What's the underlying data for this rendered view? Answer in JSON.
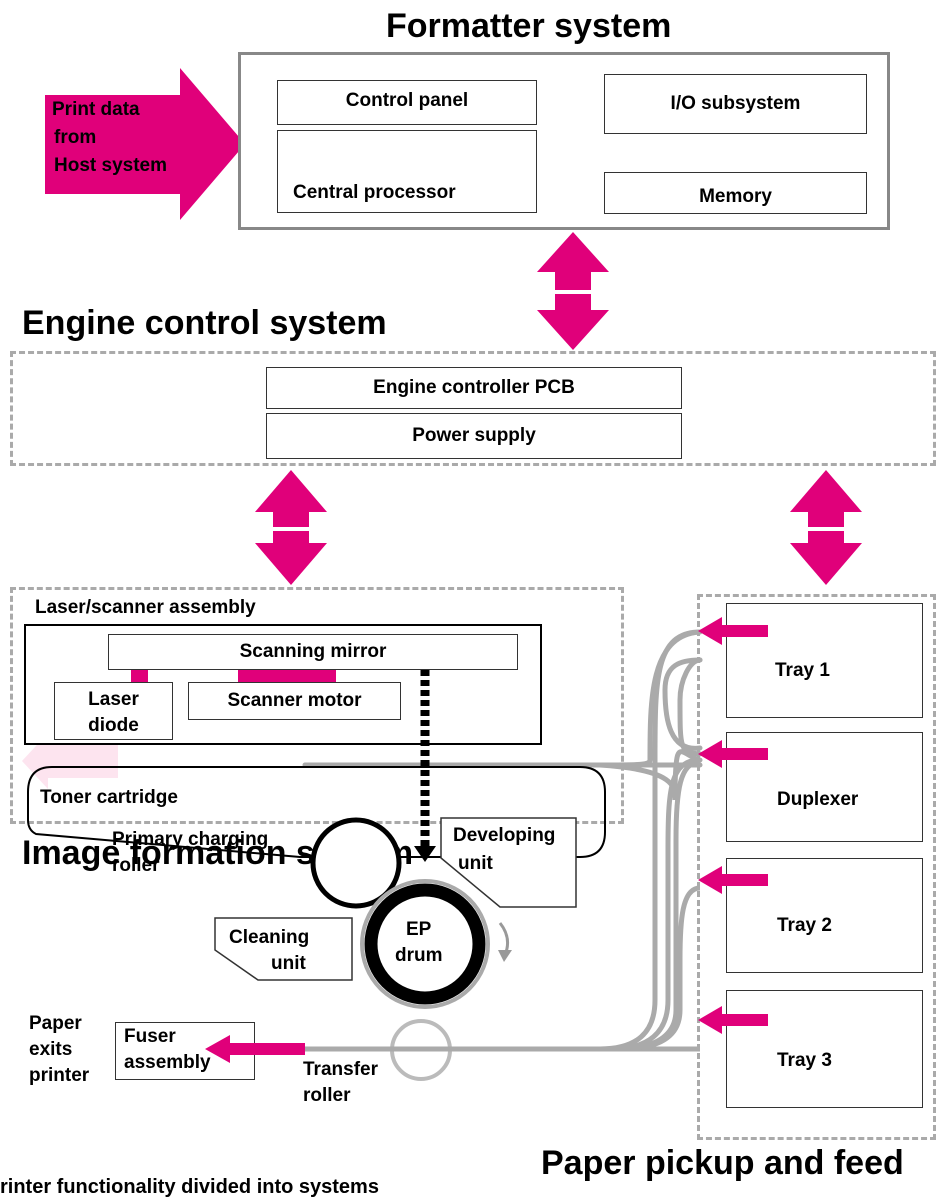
{
  "headings": {
    "formatter": "Formatter system",
    "engine": "Engine control system",
    "image": "Image formation system",
    "paper": "Paper pickup and feed",
    "caption": "rinter functionality divided into systems"
  },
  "formatter": {
    "control_panel": "Control panel",
    "central_processor": "Central processor",
    "io_subsystem": "I/O subsystem",
    "memory": "Memory"
  },
  "host_arrow": {
    "line1": "Print data",
    "line2": "from",
    "line3": "Host system"
  },
  "engine": {
    "pcb": "Engine controller PCB",
    "power": "Power supply"
  },
  "laser": {
    "assembly": "Laser/scanner assembly",
    "mirror": "Scanning mirror",
    "diode1": "Laser",
    "diode2": "diode",
    "motor": "Scanner motor"
  },
  "toner": {
    "cartridge": "Toner cartridge",
    "pcr1": "Primary charging",
    "pcr2": "roller",
    "dev1": "Developing",
    "dev2": "unit",
    "clean1": "Cleaning",
    "clean2": "unit",
    "drum1": "EP",
    "drum2": "drum"
  },
  "fuser": {
    "line1": "Fuser",
    "line2": "assembly"
  },
  "exit": {
    "line1": "Paper",
    "line2": "exits",
    "line3": "printer"
  },
  "transfer": {
    "line1": "Transfer",
    "line2": "roller"
  },
  "trays": [
    "Tray 1",
    "Duplexer",
    "Tray 2",
    "Tray 3"
  ],
  "colors": {
    "accent": "#e0007a",
    "path": "#aaaaaa",
    "dashed": "#aaaaaa",
    "exit_arrow": "#fde4ef"
  }
}
